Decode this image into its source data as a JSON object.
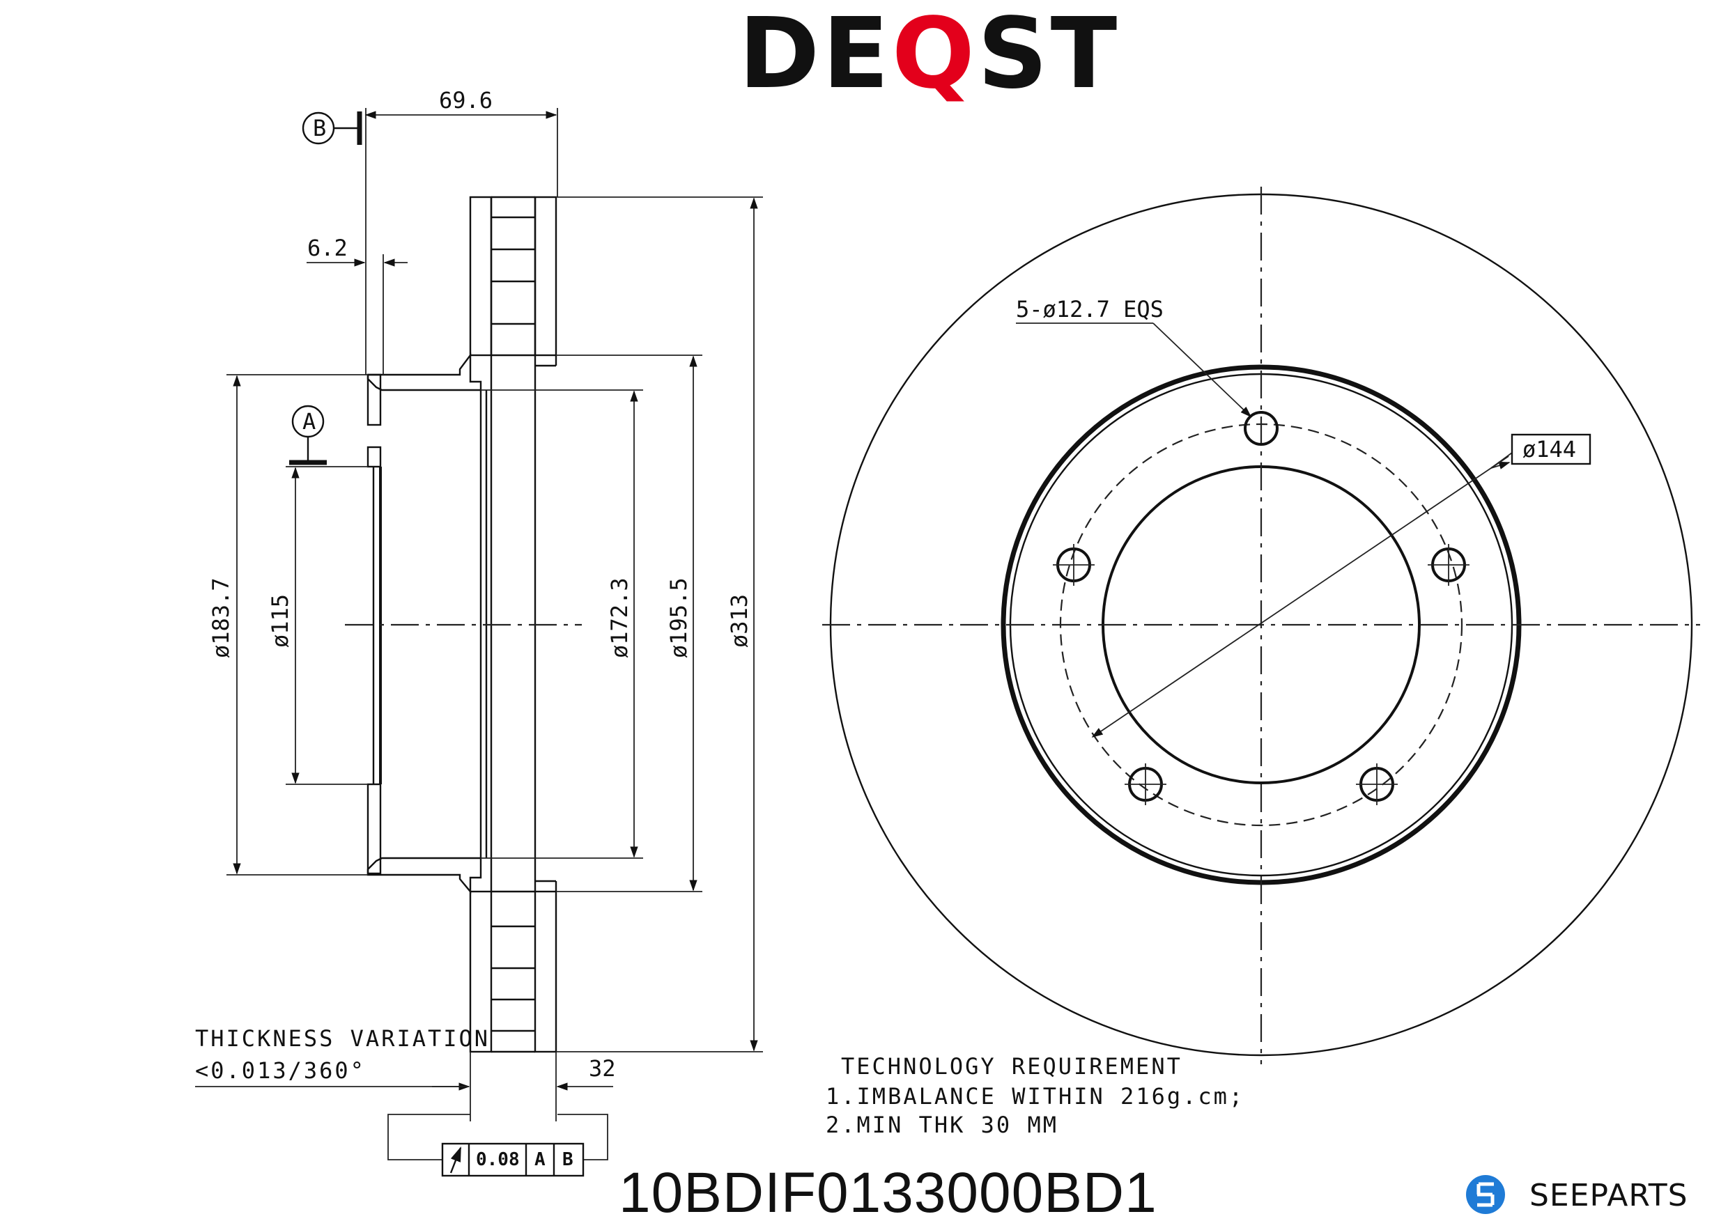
{
  "brand": {
    "name_left": "DE",
    "name_q": "Q",
    "name_right": "ST",
    "accent": "#e3001b"
  },
  "part_number": "10BDIF0133000BD1",
  "footer_logo": {
    "text": "SEEPARTS",
    "icon": "seeparts-logo-icon",
    "color": "#1f7bd6"
  },
  "datums": {
    "a": "A",
    "b": "B"
  },
  "dimensions": {
    "hub_offset": "69.6",
    "hat_thickness": "6.2",
    "hat_dia": "ø183.7",
    "center_bore": "ø115",
    "inner_rotor_dia": "ø172.3",
    "friction_inner_dia": "ø195.5",
    "outer_dia": "ø313",
    "thickness": "32",
    "bolt_holes": "5-ø12.7 EQS",
    "pcd": "ø144"
  },
  "thickness_variation": {
    "label": "THICKNESS VARIATION",
    "value": "<0.013/360°"
  },
  "tolerance_frame": {
    "symbol": "runout-icon",
    "value": "0.08",
    "datum_1": "A",
    "datum_2": "B"
  },
  "tech_requirement": {
    "title": "TECHNOLOGY REQUIREMENT",
    "line1": "1.IMBALANCE WITHIN 216g.cm;",
    "line2": "2.MIN THK 30 MM"
  }
}
